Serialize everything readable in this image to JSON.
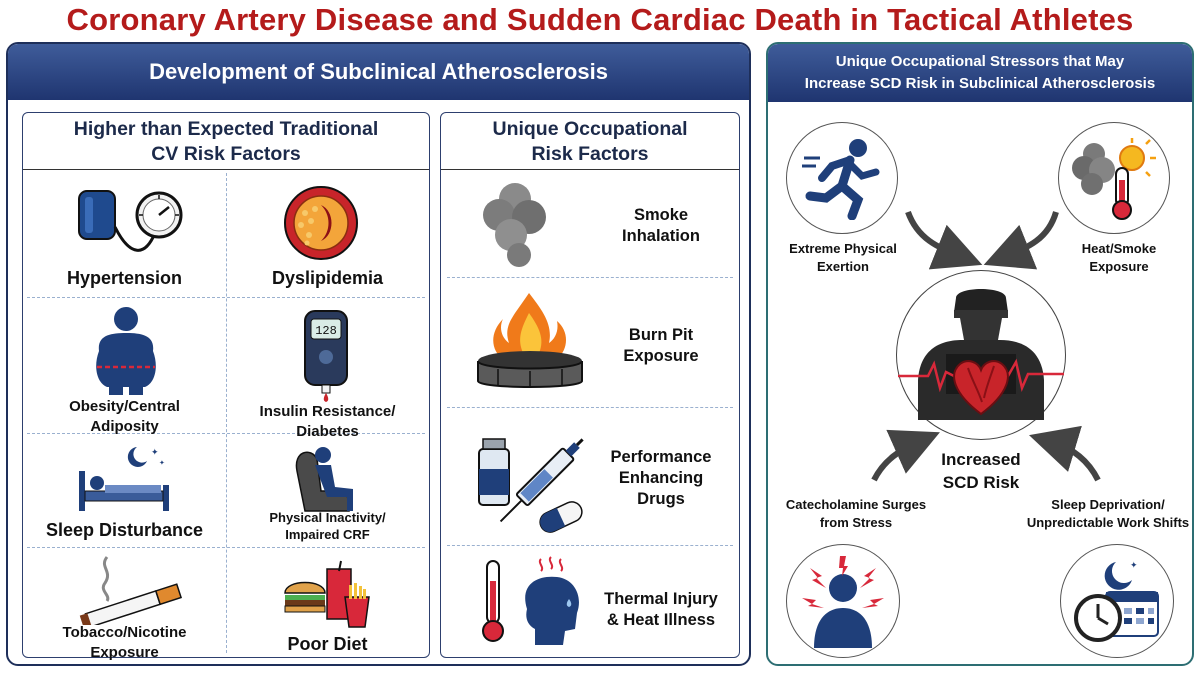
{
  "title": "Coronary Artery Disease and Sudden Cardiac Death in Tactical Athletes",
  "left_panel": {
    "header": "Development of Subclinical Atherosclerosis",
    "traditional": {
      "title_line1": "Higher than Expected Traditional",
      "title_line2": "CV Risk Factors",
      "hypertension": "Hypertension",
      "dyslipidemia": "Dyslipidemia",
      "obesity_line1": "Obesity/Central",
      "obesity_line2": "Adiposity",
      "insulin_line1": "Insulin Resistance/",
      "insulin_line2": "Diabetes",
      "glucose_reading": "128",
      "sleep": "Sleep Disturbance",
      "inactivity_line1": "Physical Inactivity/",
      "inactivity_line2": "Impaired CRF",
      "tobacco_line1": "Tobacco/Nicotine",
      "tobacco_line2": "Exposure",
      "diet": "Poor Diet"
    },
    "occupational": {
      "title_line1": "Unique Occupational",
      "title_line2": "Risk Factors",
      "smoke_line1": "Smoke",
      "smoke_line2": "Inhalation",
      "burn_line1": "Burn Pit",
      "burn_line2": "Exposure",
      "ped_line1": "Performance",
      "ped_line2": "Enhancing",
      "ped_line3": "Drugs",
      "thermal_line1": "Thermal Injury",
      "thermal_line2": "& Heat Illness"
    }
  },
  "right_panel": {
    "header_line1": "Unique Occupational Stressors that May",
    "header_line2": "Increase SCD Risk in Subclinical Atherosclerosis",
    "exertion_line1": "Extreme Physical",
    "exertion_line2": "Exertion",
    "heat_line1": "Heat/Smoke",
    "heat_line2": "Exposure",
    "center_line1": "Increased",
    "center_line2": "SCD Risk",
    "catecholamine_line1": "Catecholamine Surges",
    "catecholamine_line2": "from Stress",
    "sleep_line1": "Sleep Deprivation/",
    "sleep_line2": "Unpredictable Work Shifts"
  },
  "colors": {
    "title_red": "#b41b1b",
    "header_navy": "#1f3570",
    "icon_blue": "#1f3f7a"
  }
}
